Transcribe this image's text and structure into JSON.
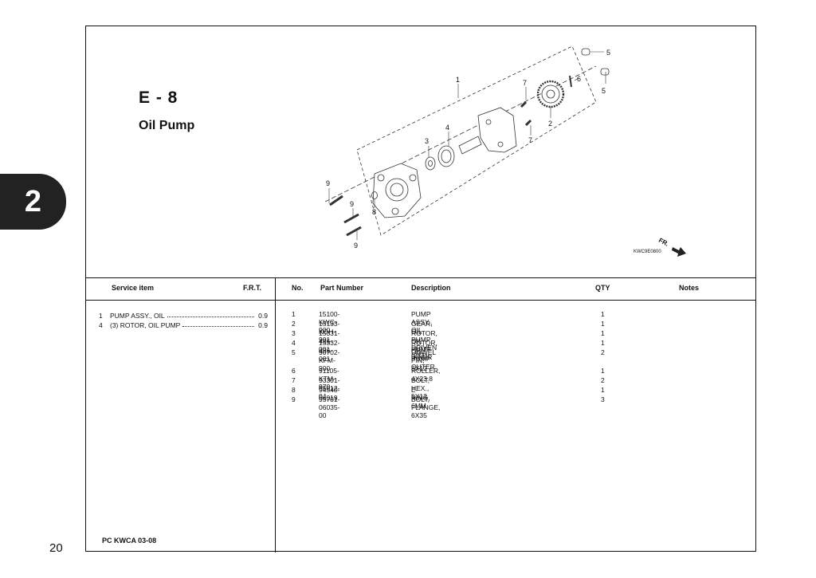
{
  "page": {
    "number": "20",
    "tab": "2"
  },
  "section": {
    "code": "E - 8",
    "name": "Oil Pump"
  },
  "diagram": {
    "code": "KWC9E0800",
    "direction_label": "FR.",
    "callouts": [
      "1",
      "2",
      "3",
      "4",
      "5",
      "5",
      "6",
      "7",
      "7",
      "8",
      "9",
      "9",
      "9"
    ]
  },
  "table": {
    "service_header": {
      "item": "Service item",
      "frt": "F.R.T."
    },
    "parts_header": {
      "no": "No.",
      "part_number": "Part Number",
      "description": "Description",
      "qty": "QTY",
      "notes": "Notes"
    },
    "service_items": [
      {
        "num": "1",
        "name": "PUMP ASSY., OIL",
        "frt": "0.9"
      },
      {
        "num": "4",
        "name": "(3) ROTOR, OIL PUMP",
        "frt": "0.9"
      }
    ],
    "parts": [
      {
        "no": "1",
        "part_number": "15100-KWC-900",
        "description": "PUMP ASSY., OIL",
        "qty": "1"
      },
      {
        "no": "2",
        "part_number": "15133-KGH-901",
        "description": "GEAR, OIL PUMP DRIVEN (23T)",
        "qty": "1"
      },
      {
        "no": "3",
        "part_number": "15331-436-001",
        "description": "ROTOR, OIL PUMP INNER",
        "qty": "1"
      },
      {
        "no": "4",
        "part_number": "15332-436-001",
        "description": "ROTOR, OIL PUMP OUTER",
        "qty": "1"
      },
      {
        "no": "5",
        "part_number": "90702-KFM-900",
        "description": "DOWEL PIN, 8X12",
        "qty": "2"
      },
      {
        "no": "6",
        "part_number": "91105-KTM-970",
        "description": "ROLLER, 4X23.8",
        "qty": "1"
      },
      {
        "no": "7",
        "part_number": "93301-05012-0J",
        "description": "BOLT, HEX., 5X12",
        "qty": "2"
      },
      {
        "no": "8",
        "part_number": "94540-06019",
        "description": "E-RING, 6MM",
        "qty": "1"
      },
      {
        "no": "9",
        "part_number": "95701-06035-00",
        "description": "BOLT, FLANGE, 6X35",
        "qty": "3"
      }
    ]
  },
  "footer": {
    "code": "PC KWCA 03-08"
  }
}
